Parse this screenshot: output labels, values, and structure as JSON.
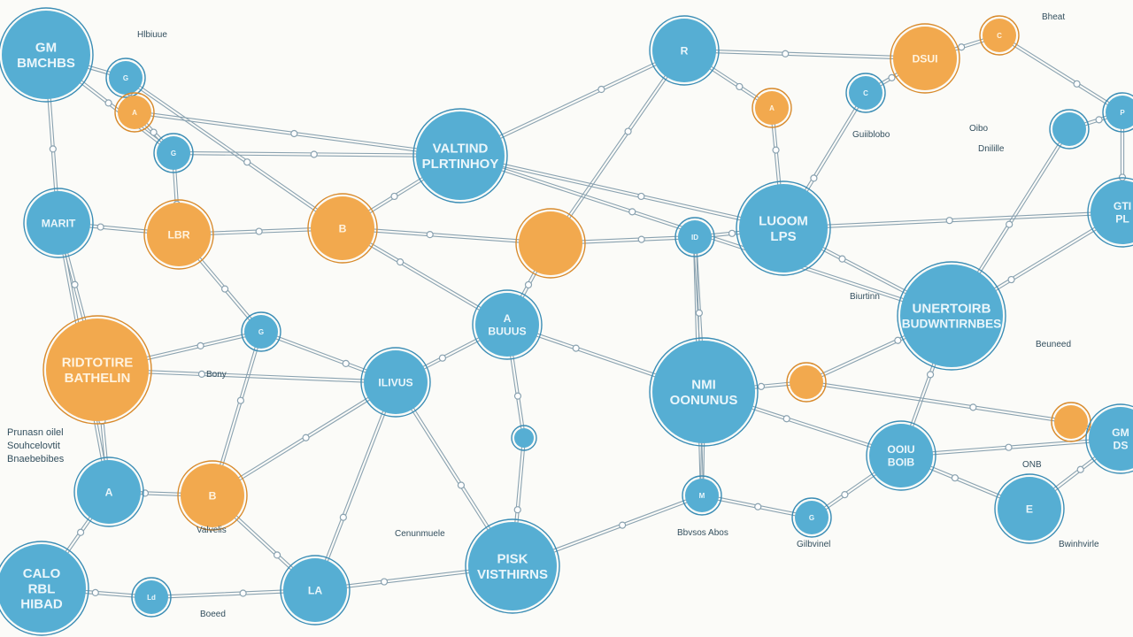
{
  "colors": {
    "background": "#fbfbf8",
    "node_blue": "#56aed3",
    "node_blue_ring": "#3b8db5",
    "node_orange": "#f2a94e",
    "node_orange_ring": "#d88a2c",
    "edge": "#8aa2b0",
    "label_text": "#2c4a5a"
  },
  "nodes": [
    {
      "id": "n1",
      "color": "blue",
      "lines": [
        "GM",
        "BMCHBS"
      ],
      "size": "large"
    },
    {
      "id": "n2",
      "color": "blue",
      "lines": [
        "G"
      ],
      "size": "small"
    },
    {
      "id": "n3",
      "color": "orange",
      "lines": [
        "A"
      ],
      "size": "small"
    },
    {
      "id": "n4",
      "color": "blue",
      "lines": [
        "G"
      ],
      "size": "small"
    },
    {
      "id": "n5",
      "color": "blue",
      "lines": [
        "MARIT"
      ],
      "size": "medium"
    },
    {
      "id": "n6",
      "color": "orange",
      "lines": [
        "LBR"
      ],
      "size": "medium"
    },
    {
      "id": "n7",
      "color": "blue",
      "lines": [
        "G"
      ],
      "size": "small"
    },
    {
      "id": "n8",
      "color": "orange",
      "lines": [
        "RIDTOTIRE",
        "BATHELIN"
      ],
      "size": "xlarge"
    },
    {
      "id": "n9",
      "color": "blue",
      "lines": [
        "VALTIND",
        "PLRTINHOY"
      ],
      "size": "large"
    },
    {
      "id": "n10",
      "color": "orange",
      "lines": [
        "B"
      ],
      "size": "medium"
    },
    {
      "id": "n11",
      "color": "blue",
      "lines": [
        "ILIVUS"
      ],
      "size": "medium"
    },
    {
      "id": "n12",
      "color": "blue",
      "lines": [
        "A",
        "BUUUS"
      ],
      "size": "medium"
    },
    {
      "id": "n13",
      "color": "orange",
      "lines": [
        ""
      ],
      "size": "medium"
    },
    {
      "id": "n14",
      "color": "blue",
      "lines": [
        "R"
      ],
      "size": "medium"
    },
    {
      "id": "n15",
      "color": "orange",
      "lines": [
        "DSUI"
      ],
      "size": "medium"
    },
    {
      "id": "n16",
      "color": "orange",
      "lines": [
        "A"
      ],
      "size": "small"
    },
    {
      "id": "n17",
      "color": "orange",
      "lines": [
        "C"
      ],
      "size": "small"
    },
    {
      "id": "n18",
      "color": "blue",
      "lines": [
        "C"
      ],
      "size": "small"
    },
    {
      "id": "n19",
      "color": "blue",
      "lines": [
        "ID"
      ],
      "size": "small"
    },
    {
      "id": "n20",
      "color": "blue",
      "lines": [
        "LUOOM",
        "LPS"
      ],
      "size": "large"
    },
    {
      "id": "n21",
      "color": "blue",
      "lines": [
        "UNERTOIRB",
        "BUDWNTIRNBES"
      ],
      "size": "xlarge"
    },
    {
      "id": "n22",
      "color": "blue",
      "lines": [
        "NMI",
        "OONUNUS"
      ],
      "size": "xlarge"
    },
    {
      "id": "n23",
      "color": "orange",
      "lines": [
        ""
      ],
      "size": "small"
    },
    {
      "id": "n24",
      "color": "blue",
      "lines": [
        "GTI",
        "PL"
      ],
      "size": "medium"
    },
    {
      "id": "n25",
      "color": "blue",
      "lines": [
        ""
      ],
      "size": "small"
    },
    {
      "id": "n26",
      "color": "blue",
      "lines": [
        "P"
      ],
      "size": "small"
    },
    {
      "id": "n27",
      "color": "blue",
      "lines": [
        "OOIU",
        "BOIB"
      ],
      "size": "medium"
    },
    {
      "id": "n28",
      "color": "orange",
      "lines": [
        ""
      ],
      "size": "small"
    },
    {
      "id": "n29",
      "color": "blue",
      "lines": [
        "GM",
        "DS"
      ],
      "size": "medium"
    },
    {
      "id": "n30",
      "color": "blue",
      "lines": [
        "E"
      ],
      "size": "medium"
    },
    {
      "id": "n31",
      "color": "blue",
      "lines": [
        "G"
      ],
      "size": "small"
    },
    {
      "id": "n32",
      "color": "blue",
      "lines": [
        "M"
      ],
      "size": "small"
    },
    {
      "id": "n33",
      "color": "blue",
      "lines": [
        "A"
      ],
      "size": "medium"
    },
    {
      "id": "n34",
      "color": "orange",
      "lines": [
        "B"
      ],
      "size": "medium"
    },
    {
      "id": "n35",
      "color": "blue",
      "lines": [
        "CALO",
        "RBL",
        "HIBAD"
      ],
      "size": "large"
    },
    {
      "id": "n36",
      "color": "blue",
      "lines": [
        "Ld"
      ],
      "size": "small"
    },
    {
      "id": "n37",
      "color": "blue",
      "lines": [
        "LA"
      ],
      "size": "medium"
    },
    {
      "id": "n38",
      "color": "blue",
      "lines": [
        "PISK",
        "VISTHIRNS"
      ],
      "size": "large"
    },
    {
      "id": "n39",
      "color": "blue",
      "lines": [
        ""
      ],
      "size": "tiny"
    }
  ],
  "free_labels": [
    {
      "id": "t1",
      "text": "Hlbiuue"
    },
    {
      "id": "t2",
      "text": "Prunasn oilel"
    },
    {
      "id": "t3",
      "text": "Souhcelovtit"
    },
    {
      "id": "t4",
      "text": "Bnaebebibes"
    },
    {
      "id": "t5",
      "text": "Bony"
    },
    {
      "id": "t6",
      "text": "Valvelis"
    },
    {
      "id": "t7",
      "text": "Cenunmuele"
    },
    {
      "id": "t8",
      "text": "Boeed"
    },
    {
      "id": "t9",
      "text": "Bbvsos Abos"
    },
    {
      "id": "t10",
      "text": "Gilbvinel"
    },
    {
      "id": "t11",
      "text": "Bwinhvirle"
    },
    {
      "id": "t12",
      "text": "Beuneed"
    },
    {
      "id": "t13",
      "text": "Oibo"
    },
    {
      "id": "t14",
      "text": "Dnilille"
    },
    {
      "id": "t15",
      "text": "Guiiblobo"
    },
    {
      "id": "t16",
      "text": "Biurtinn"
    },
    {
      "id": "t17",
      "text": "ONB"
    },
    {
      "id": "t18",
      "text": "Bheat"
    }
  ]
}
